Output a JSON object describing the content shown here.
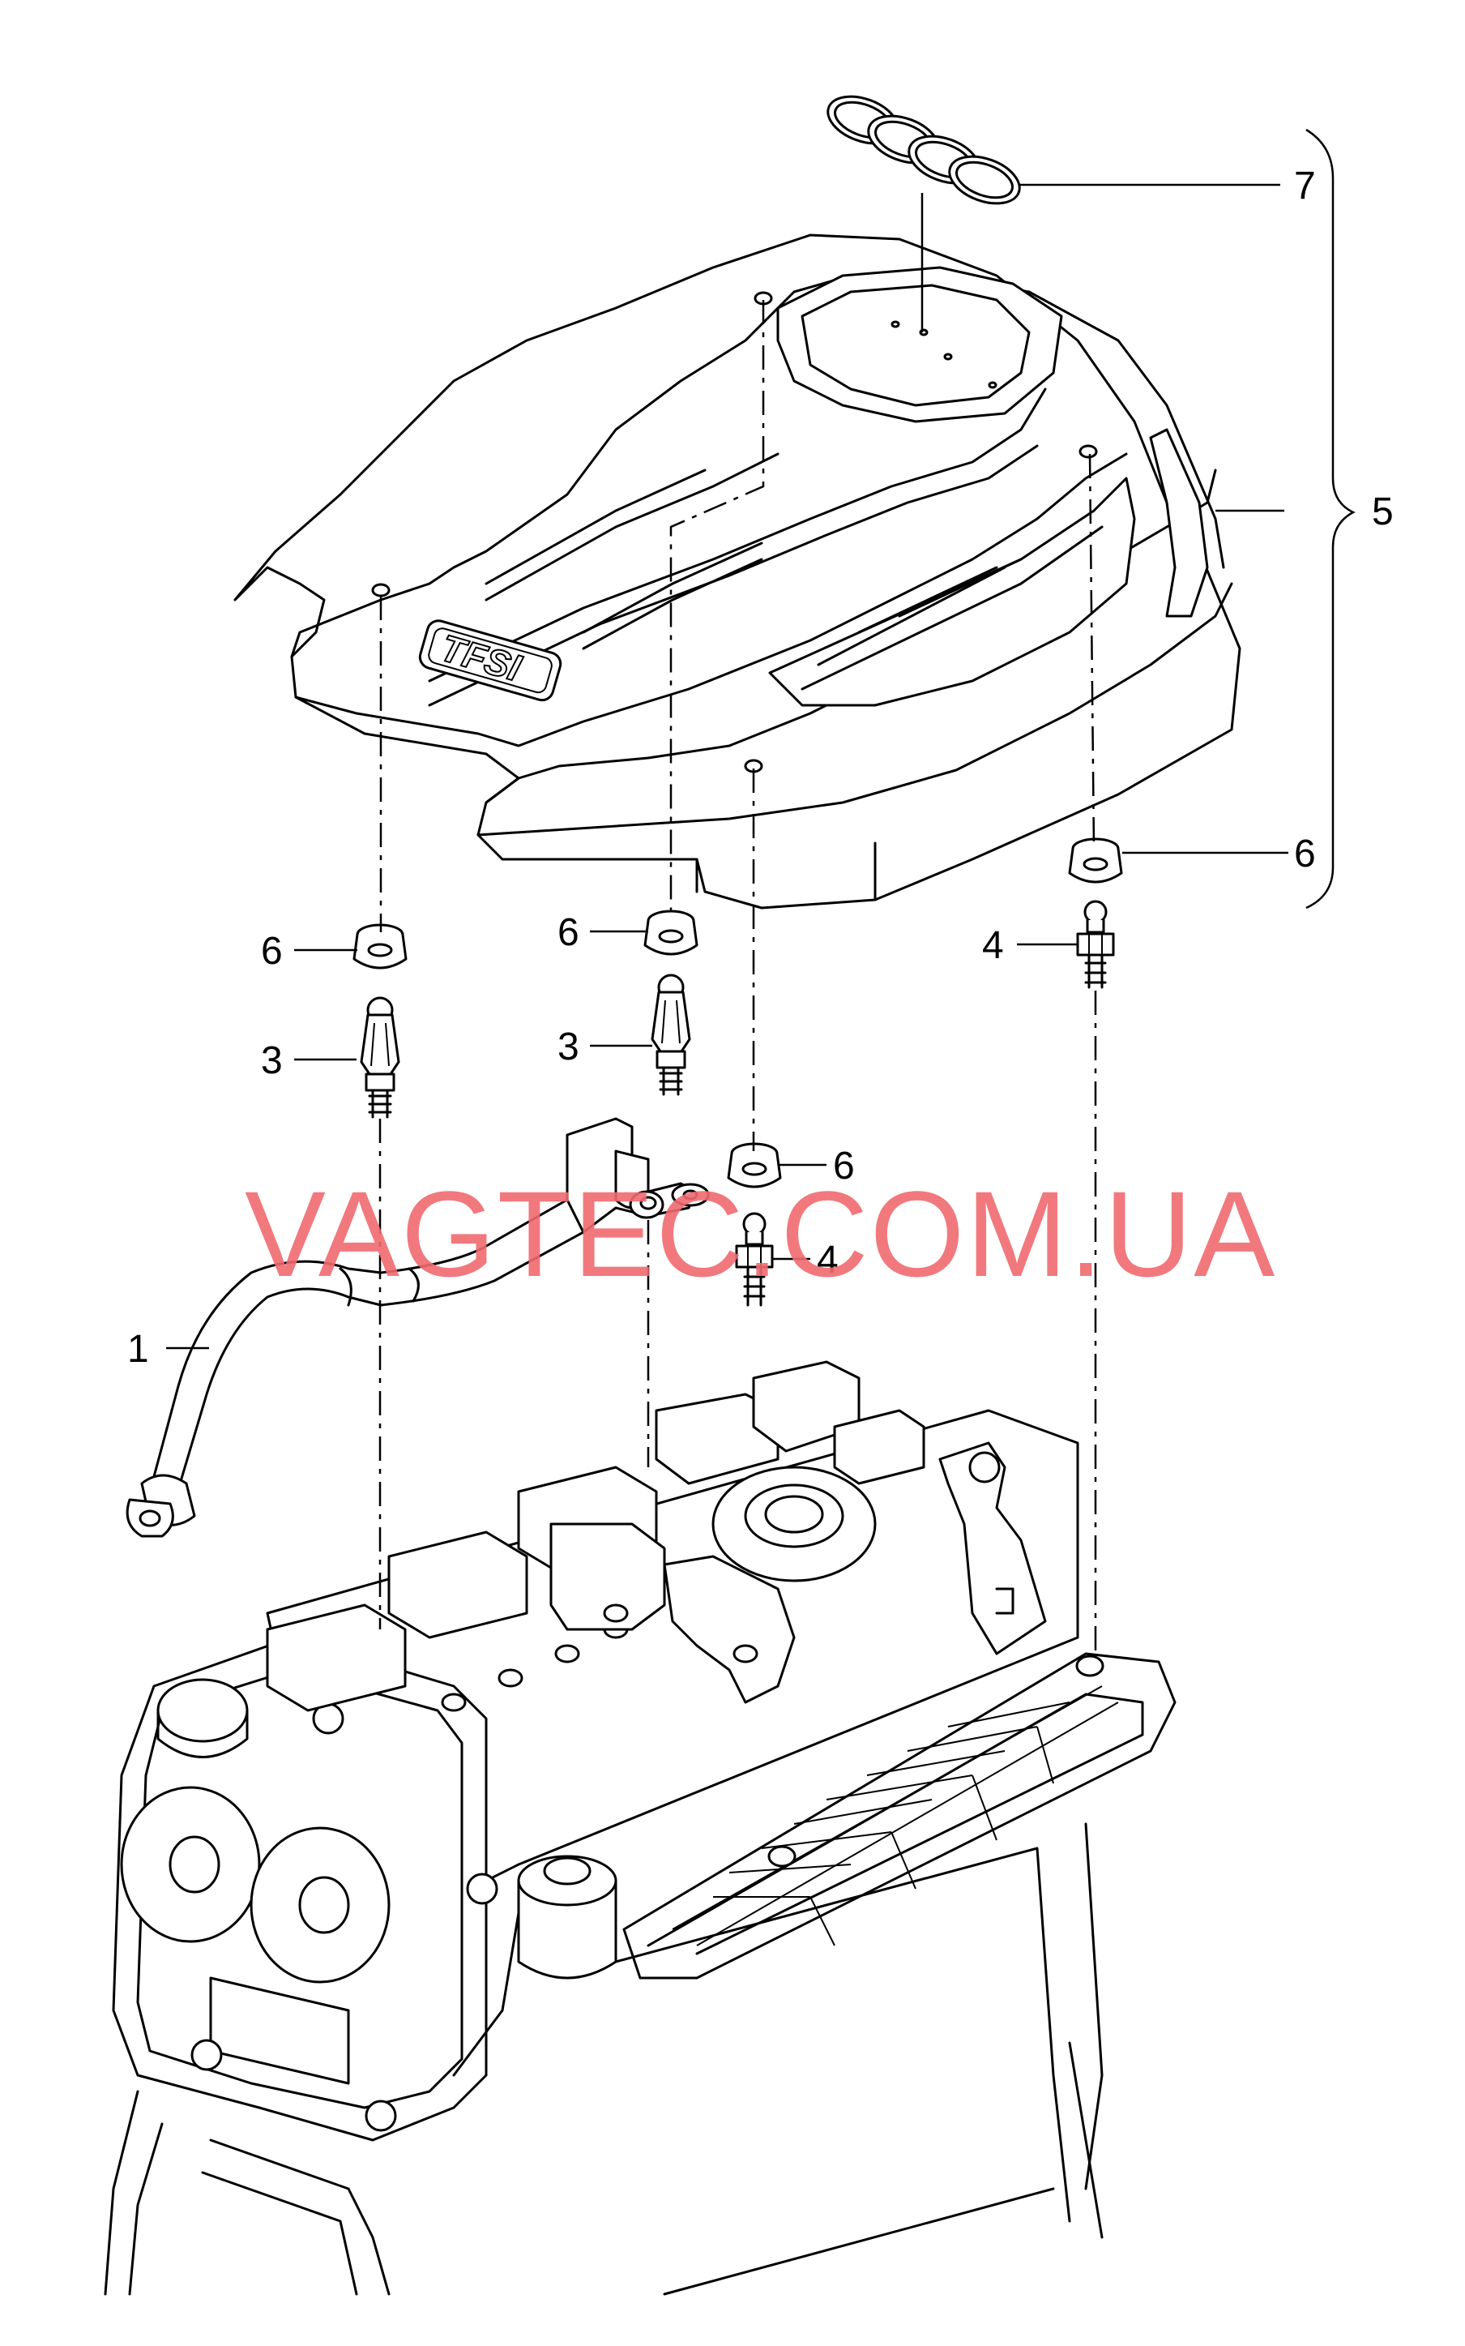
{
  "diagram": {
    "callouts": [
      {
        "id": "c1",
        "label": "1"
      },
      {
        "id": "c3a",
        "label": "3"
      },
      {
        "id": "c3b",
        "label": "3"
      },
      {
        "id": "c4a",
        "label": "4"
      },
      {
        "id": "c4b",
        "label": "4"
      },
      {
        "id": "c5",
        "label": "5"
      },
      {
        "id": "c6a",
        "label": "6"
      },
      {
        "id": "c6b",
        "label": "6"
      },
      {
        "id": "c6c",
        "label": "6"
      },
      {
        "id": "c6d",
        "label": "6"
      },
      {
        "id": "c7",
        "label": "7"
      }
    ],
    "cover_badge": "TFSI",
    "watermark": "VAGTEC.COM.UA"
  }
}
